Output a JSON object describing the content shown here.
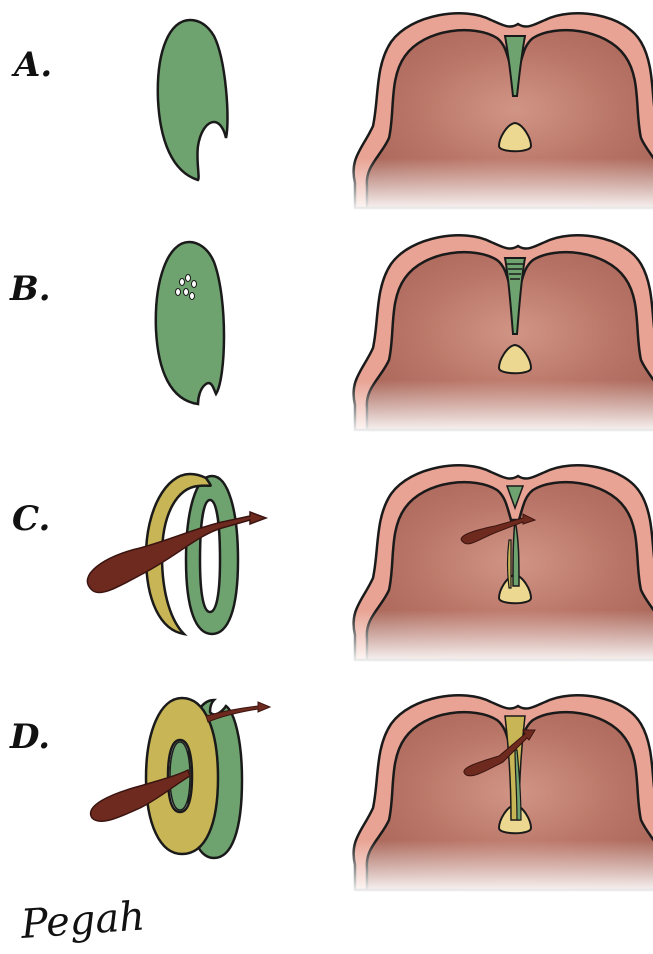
{
  "panels": [
    {
      "label": "A."
    },
    {
      "label": "B."
    },
    {
      "label": "C."
    },
    {
      "label": "D."
    }
  ],
  "signature": "Pegah",
  "colors": {
    "septum_green": "#6ea36f",
    "septum_yellow": "#c8b556",
    "arrow_brown": "#6e2a1e",
    "heart_outer": "#e8a394",
    "heart_inner": "#b86f62",
    "cushion_yellow": "#ecd890",
    "outline": "#1a1a1a"
  }
}
